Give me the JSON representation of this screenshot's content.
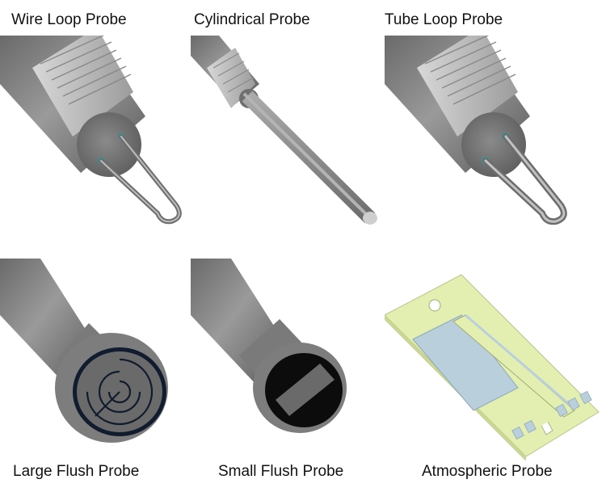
{
  "probes": [
    {
      "name": "Wire Loop Probe",
      "icon": "wire-loop-probe-icon"
    },
    {
      "name": "Cylindrical Probe",
      "icon": "cylindrical-probe-icon"
    },
    {
      "name": "Tube Loop Probe",
      "icon": "tube-loop-probe-icon"
    },
    {
      "name": "Large Flush Probe",
      "icon": "large-flush-probe-icon"
    },
    {
      "name": "Small Flush Probe",
      "icon": "small-flush-probe-icon"
    },
    {
      "name": "Atmospheric Probe",
      "icon": "atmospheric-probe-icon"
    }
  ],
  "colors": {
    "metal_dark": "#5f5f5f",
    "metal_mid": "#8c8c8c",
    "metal_light": "#c4c4c4",
    "electrode_teal": "#2a9d9a",
    "substrate_green": "#e3efb0",
    "sensor_blue": "#b9cfdc"
  }
}
